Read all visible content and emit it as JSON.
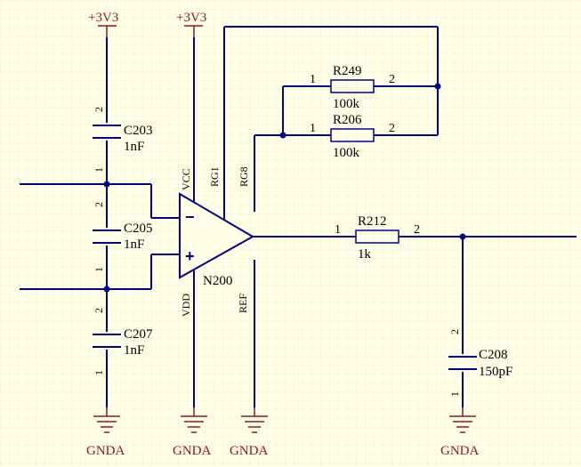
{
  "power": {
    "p1": "+3V3",
    "p2": "+3V3",
    "g1": "GNDA",
    "g2": "GNDA",
    "g3": "GNDA",
    "g4": "GNDA"
  },
  "colors": {
    "background": "#fffee6",
    "wire": "#00008b",
    "power": "#8b1a1a",
    "grid": "#e6e4c8"
  },
  "components": {
    "c203": {
      "ref": "C203",
      "value": "1nF",
      "pin_top": "2",
      "pin_bottom": "1"
    },
    "c205": {
      "ref": "C205",
      "value": "1nF",
      "pin_top": "2",
      "pin_bottom": "1"
    },
    "c207": {
      "ref": "C207",
      "value": "1nF",
      "pin_top": "2",
      "pin_bottom": "1"
    },
    "c208": {
      "ref": "C208",
      "value": "150pF",
      "pin_top": "2",
      "pin_bottom": "1"
    },
    "r249": {
      "ref": "R249",
      "value": "100k",
      "pin_left": "1",
      "pin_right": "2"
    },
    "r206": {
      "ref": "R206",
      "value": "100k",
      "pin_left": "1",
      "pin_right": "2"
    },
    "r212": {
      "ref": "R212",
      "value": "1k",
      "pin_left": "1",
      "pin_right": "2"
    },
    "n200": {
      "ref": "N200",
      "pins": {
        "vcc": "VCC",
        "rg1": "RG1",
        "rg8": "RG8",
        "vdd": "VDD",
        "ref": "REF"
      },
      "minus": "−",
      "plus": "+"
    }
  }
}
